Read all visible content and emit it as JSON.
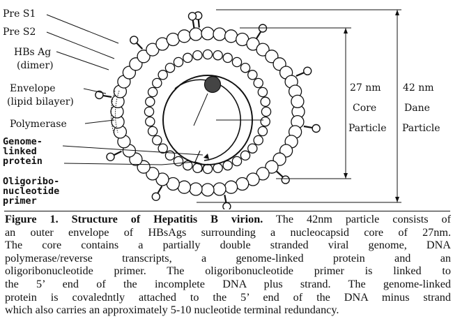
{
  "diagram": {
    "labels": {
      "pre_s1": "Pre S1",
      "pre_s2": "Pre S2",
      "hbsag_line1": "HBs Ag",
      "hbsag_line2": "(dimer)",
      "envelope_line1": "Envelope",
      "envelope_line2": "(lipid bilayer)",
      "polymerase": "Polymerase",
      "genome_line1": "Genome-",
      "genome_line2": "linked",
      "genome_line3": "protein",
      "oligo_line1": "Oligoribo-",
      "oligo_line2": "nucleotide",
      "oligo_line3": "primer"
    },
    "core_measure": {
      "size": "27 nm",
      "line2": "Core",
      "line3": "Particle"
    },
    "dane_measure": {
      "size": "42 nm",
      "line2": "Dane",
      "line3": "Particle"
    }
  },
  "caption": {
    "title": "Figure 1. Structure of Hepatitis B virion.",
    "lines": [
      " The 42nm particle consists of",
      "an outer envelope of HBsAgs surrounding a nucleocapsid core of 27nm.",
      "The core contains a partially double stranded viral genome, DNA",
      "polymerase/reverse transcripts, a genome-linked protein and an",
      "oligoribonucleotide primer. The oligoribonucleotide primer is linked to",
      "the 5’ end of the incomplete DNA plus strand. The genome-linked",
      "protein is covaledntly attached to the  5’ end of the DNA minus strand",
      "which also carries an approximately 5-10 nucleotide terminal redundancy."
    ]
  }
}
